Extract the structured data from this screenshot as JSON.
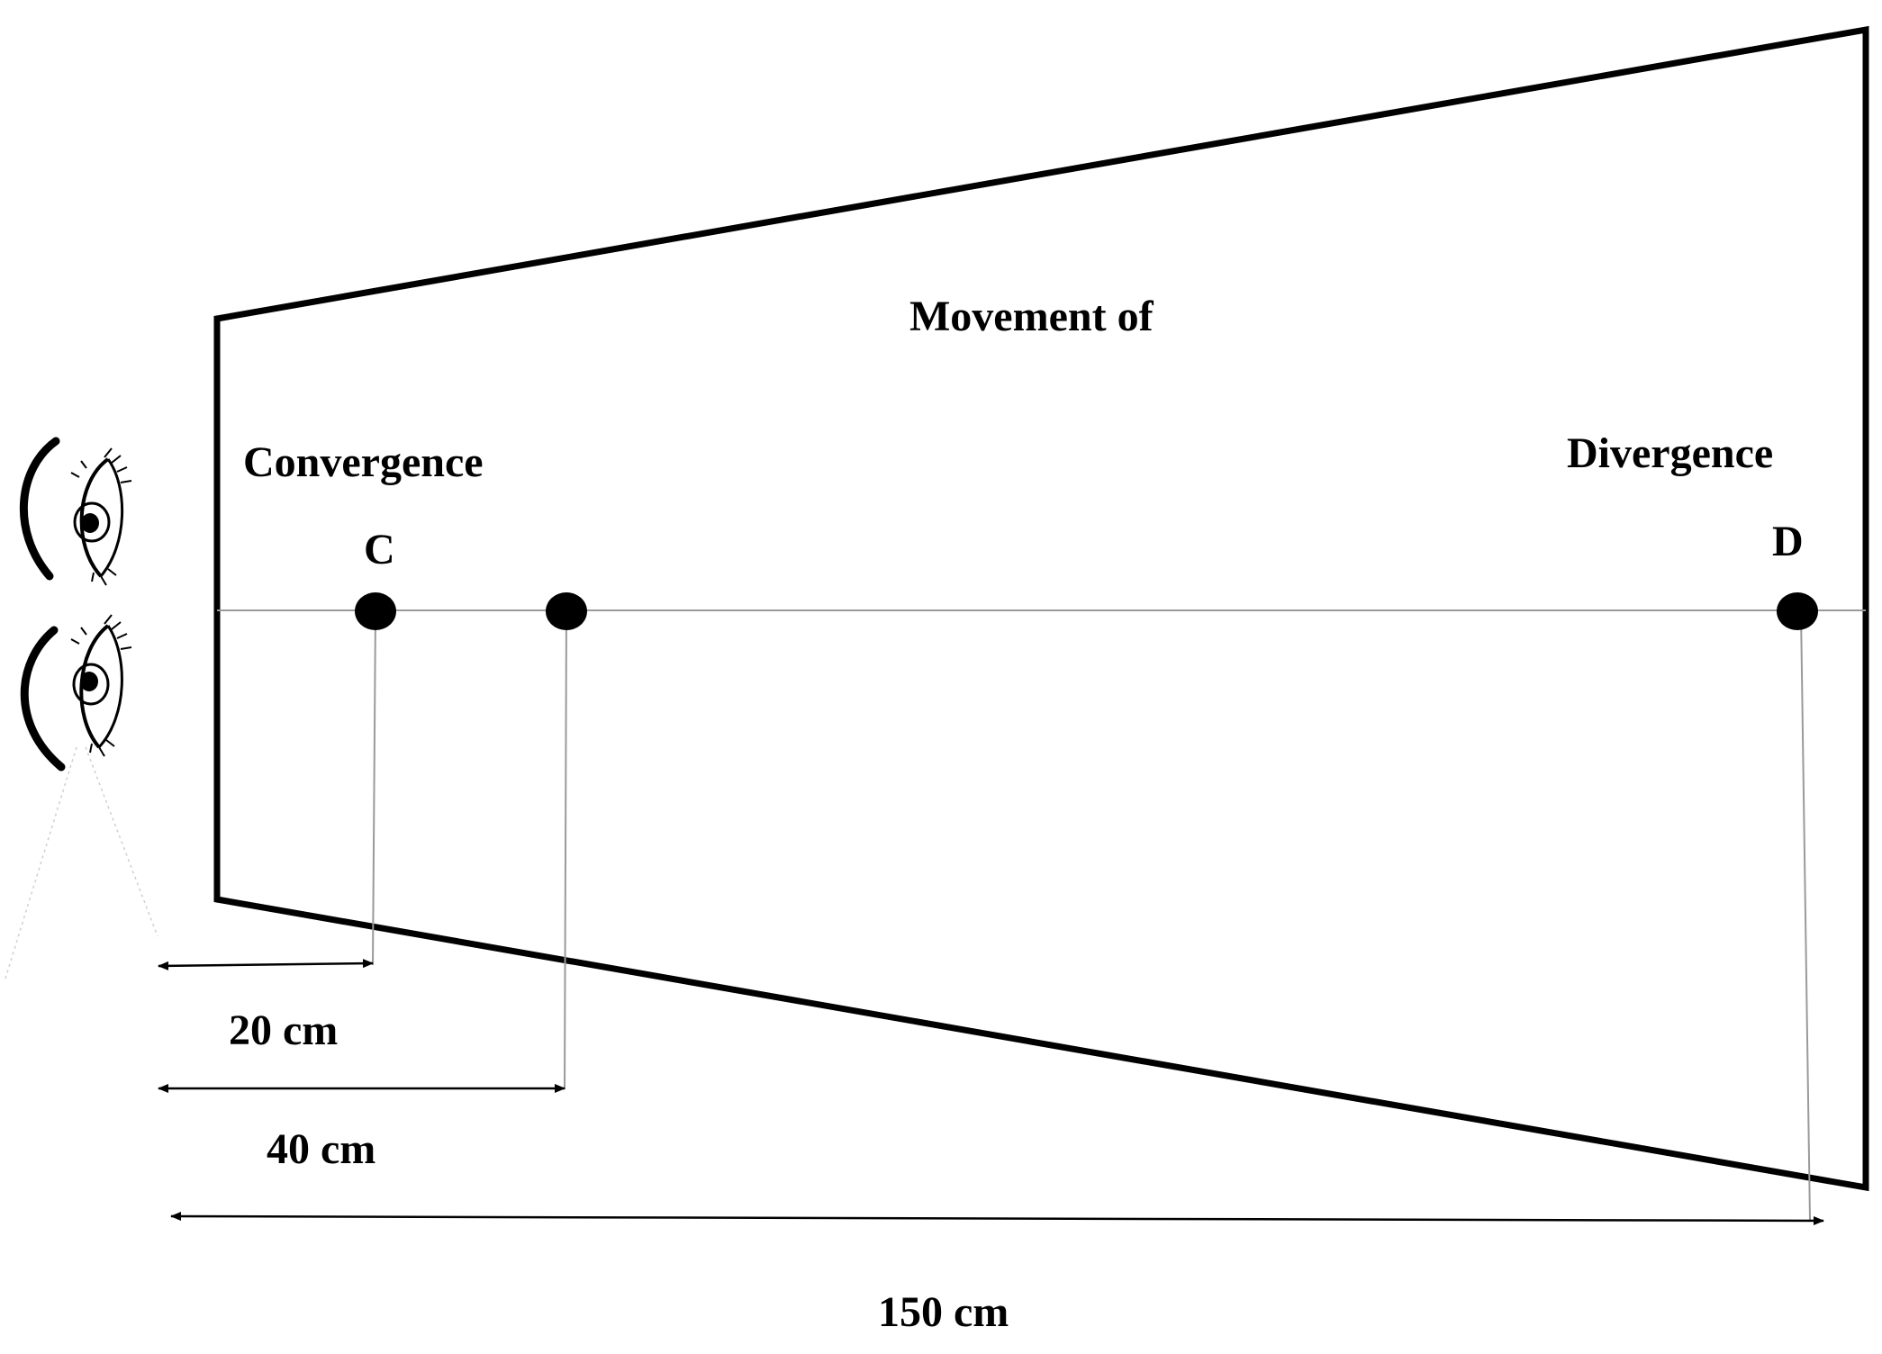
{
  "title": "Movement of",
  "labels": {
    "convergence": "Convergence",
    "divergence": "Divergence",
    "point_c": "C",
    "point_d": "D"
  },
  "distances": [
    {
      "label": "20 cm",
      "value_cm": 20
    },
    {
      "label": "40 cm",
      "value_cm": 40
    },
    {
      "label": "150 cm",
      "value_cm": 150
    }
  ],
  "icons": {
    "eye_top": "eye-icon",
    "eye_bottom": "eye-icon"
  },
  "colors": {
    "ink": "#000000",
    "guide_line": "#9a9a9a",
    "background": "#ffffff"
  }
}
